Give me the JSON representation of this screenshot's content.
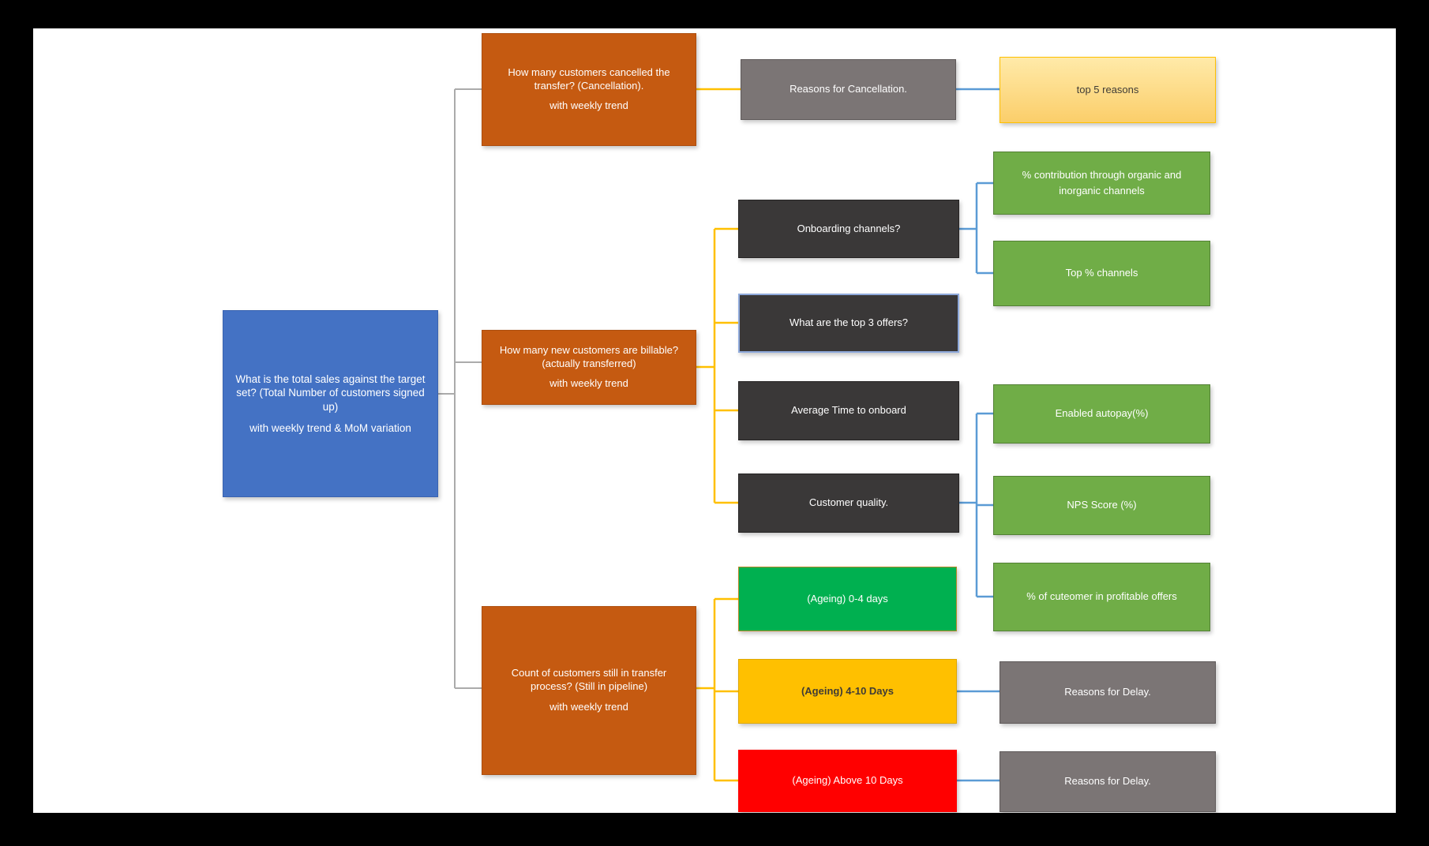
{
  "palette": {
    "frame": "#000000",
    "surface": "#ffffff",
    "root_fill": "#4472c4",
    "root_border": "#3a63b0",
    "orange_fill": "#c55a11",
    "orange_border": "#ad4e0e",
    "gray_fill": "#7b7575",
    "gray_border": "#5f5a5a",
    "dark_fill": "#3a3838",
    "dark_border": "#262424",
    "top3_border": "#8faadc",
    "green_fill": "#70ad47",
    "green_border": "#538135",
    "light_yellow_fill_top": "#ffeaa9",
    "light_yellow_fill_bottom": "#fbce6a",
    "light_yellow_border": "#ffc000",
    "bright_green_fill": "#00b050",
    "bright_green_border": "#b78a28",
    "gold_fill": "#ffc000",
    "gold_border": "#dfa800",
    "red_fill": "#ff0000",
    "dark_text": "#3f3b36",
    "connector_gray": "#ababab",
    "connector_gold": "#ffc000",
    "connector_blue": "#5b9bd5"
  },
  "nodes": {
    "total_sales": {
      "main": "What is the total sales against the target set? (Total Number of customers signed up)",
      "sub": "with weekly trend & MoM variation"
    },
    "cancelled": {
      "main": "How many customers cancelled the transfer? (Cancellation).",
      "sub": "with weekly trend"
    },
    "reasons_cancellation": {
      "label": "Reasons for Cancellation."
    },
    "top5_reasons": {
      "label": "top 5 reasons"
    },
    "billable": {
      "main": "How many new customers are billable? (actually transferred)",
      "sub": "with weekly trend"
    },
    "onboarding_channels": {
      "label": "Onboarding channels?"
    },
    "top3_offers": {
      "label": "What are the top 3 offers?"
    },
    "avg_time_onboard": {
      "label": "Average Time to onboard"
    },
    "customer_quality": {
      "label": "Customer quality."
    },
    "organic_contribution": {
      "label": "% contribution through organic and inorganic channels"
    },
    "top_channels": {
      "label": "Top % channels"
    },
    "enabled_autopay": {
      "label": "Enabled autopay(%)"
    },
    "nps_score": {
      "label": "NPS Score (%)"
    },
    "profitable_customers": {
      "label": "% of cuteomer in profitable offers"
    },
    "pipeline": {
      "main": "Count of customers still in transfer process? (Still in pipeline)",
      "sub": "with weekly trend"
    },
    "ageing_0_4": {
      "label": "(Ageing) 0-4 days"
    },
    "ageing_4_10": {
      "label": "(Ageing) 4-10 Days"
    },
    "ageing_above_10": {
      "label": "(Ageing) Above 10 Days"
    },
    "reasons_delay_mid": {
      "label": "Reasons for Delay."
    },
    "reasons_delay_high": {
      "label": "Reasons for Delay."
    }
  }
}
